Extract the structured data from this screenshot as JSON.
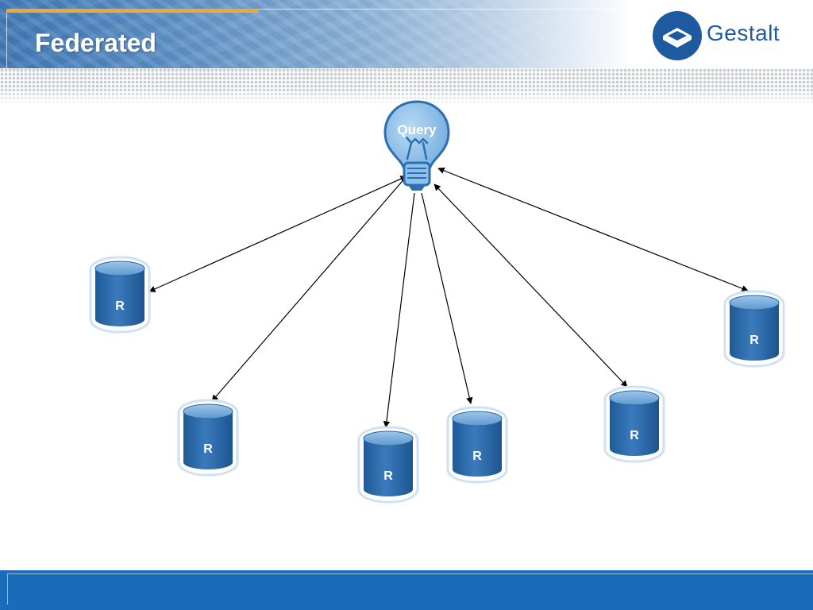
{
  "slide": {
    "title": "Federated",
    "logo_text": "Gestalt"
  },
  "colors": {
    "header_blue": "#3f78b5",
    "accent_orange": "#f0a830",
    "footer_blue": "#1a6cb8",
    "cylinder_blue": "#2e6aa6",
    "bulb_blue": "#8ec0ec"
  },
  "diagram": {
    "hub": {
      "id": "query",
      "label": "Query",
      "icon": "lightbulb-icon"
    },
    "nodes": [
      {
        "id": "r1",
        "label": "R"
      },
      {
        "id": "r2",
        "label": "R"
      },
      {
        "id": "r3",
        "label": "R"
      },
      {
        "id": "r4",
        "label": "R"
      },
      {
        "id": "r5",
        "label": "R"
      },
      {
        "id": "r6",
        "label": "R"
      }
    ],
    "edges": [
      {
        "from": "query",
        "to": "r1",
        "direction": "both"
      },
      {
        "from": "query",
        "to": "r2",
        "direction": "both"
      },
      {
        "from": "query",
        "to": "r3",
        "direction": "to"
      },
      {
        "from": "query",
        "to": "r4",
        "direction": "to"
      },
      {
        "from": "query",
        "to": "r5",
        "direction": "both"
      },
      {
        "from": "query",
        "to": "r6",
        "direction": "both"
      }
    ]
  }
}
